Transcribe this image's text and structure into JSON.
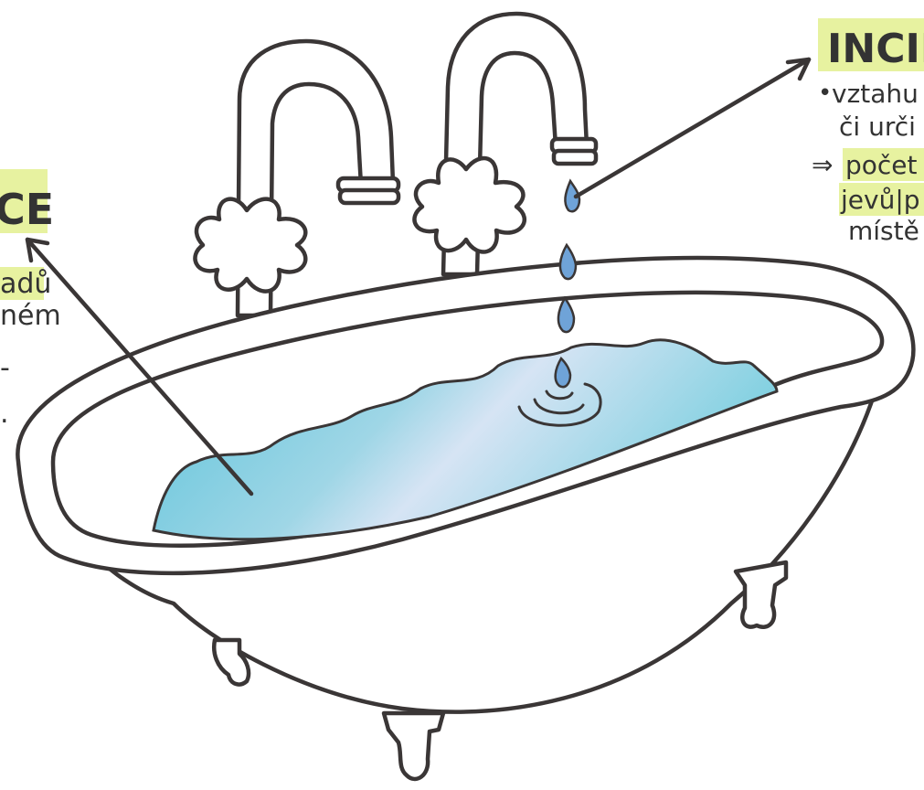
{
  "left_note": {
    "heading": "CE",
    "lines": [
      "adů",
      "ném"
    ],
    "fragments": [
      "-",
      "."
    ]
  },
  "right_note": {
    "heading": "INCID",
    "bullet": "•",
    "lines": [
      "vztahu",
      "či urči"
    ],
    "arrow_symbol": "⇒",
    "highlighted_lines": [
      "počet",
      "jevů|p"
    ],
    "last_line": "místě"
  },
  "colors": {
    "ink": "#3a3636",
    "water": "#7fd0e0",
    "water_deep": "#5cc3da",
    "water_light": "#d6e4f4",
    "drop": "#6fa3d8",
    "highlight": "#e7f2a0"
  }
}
